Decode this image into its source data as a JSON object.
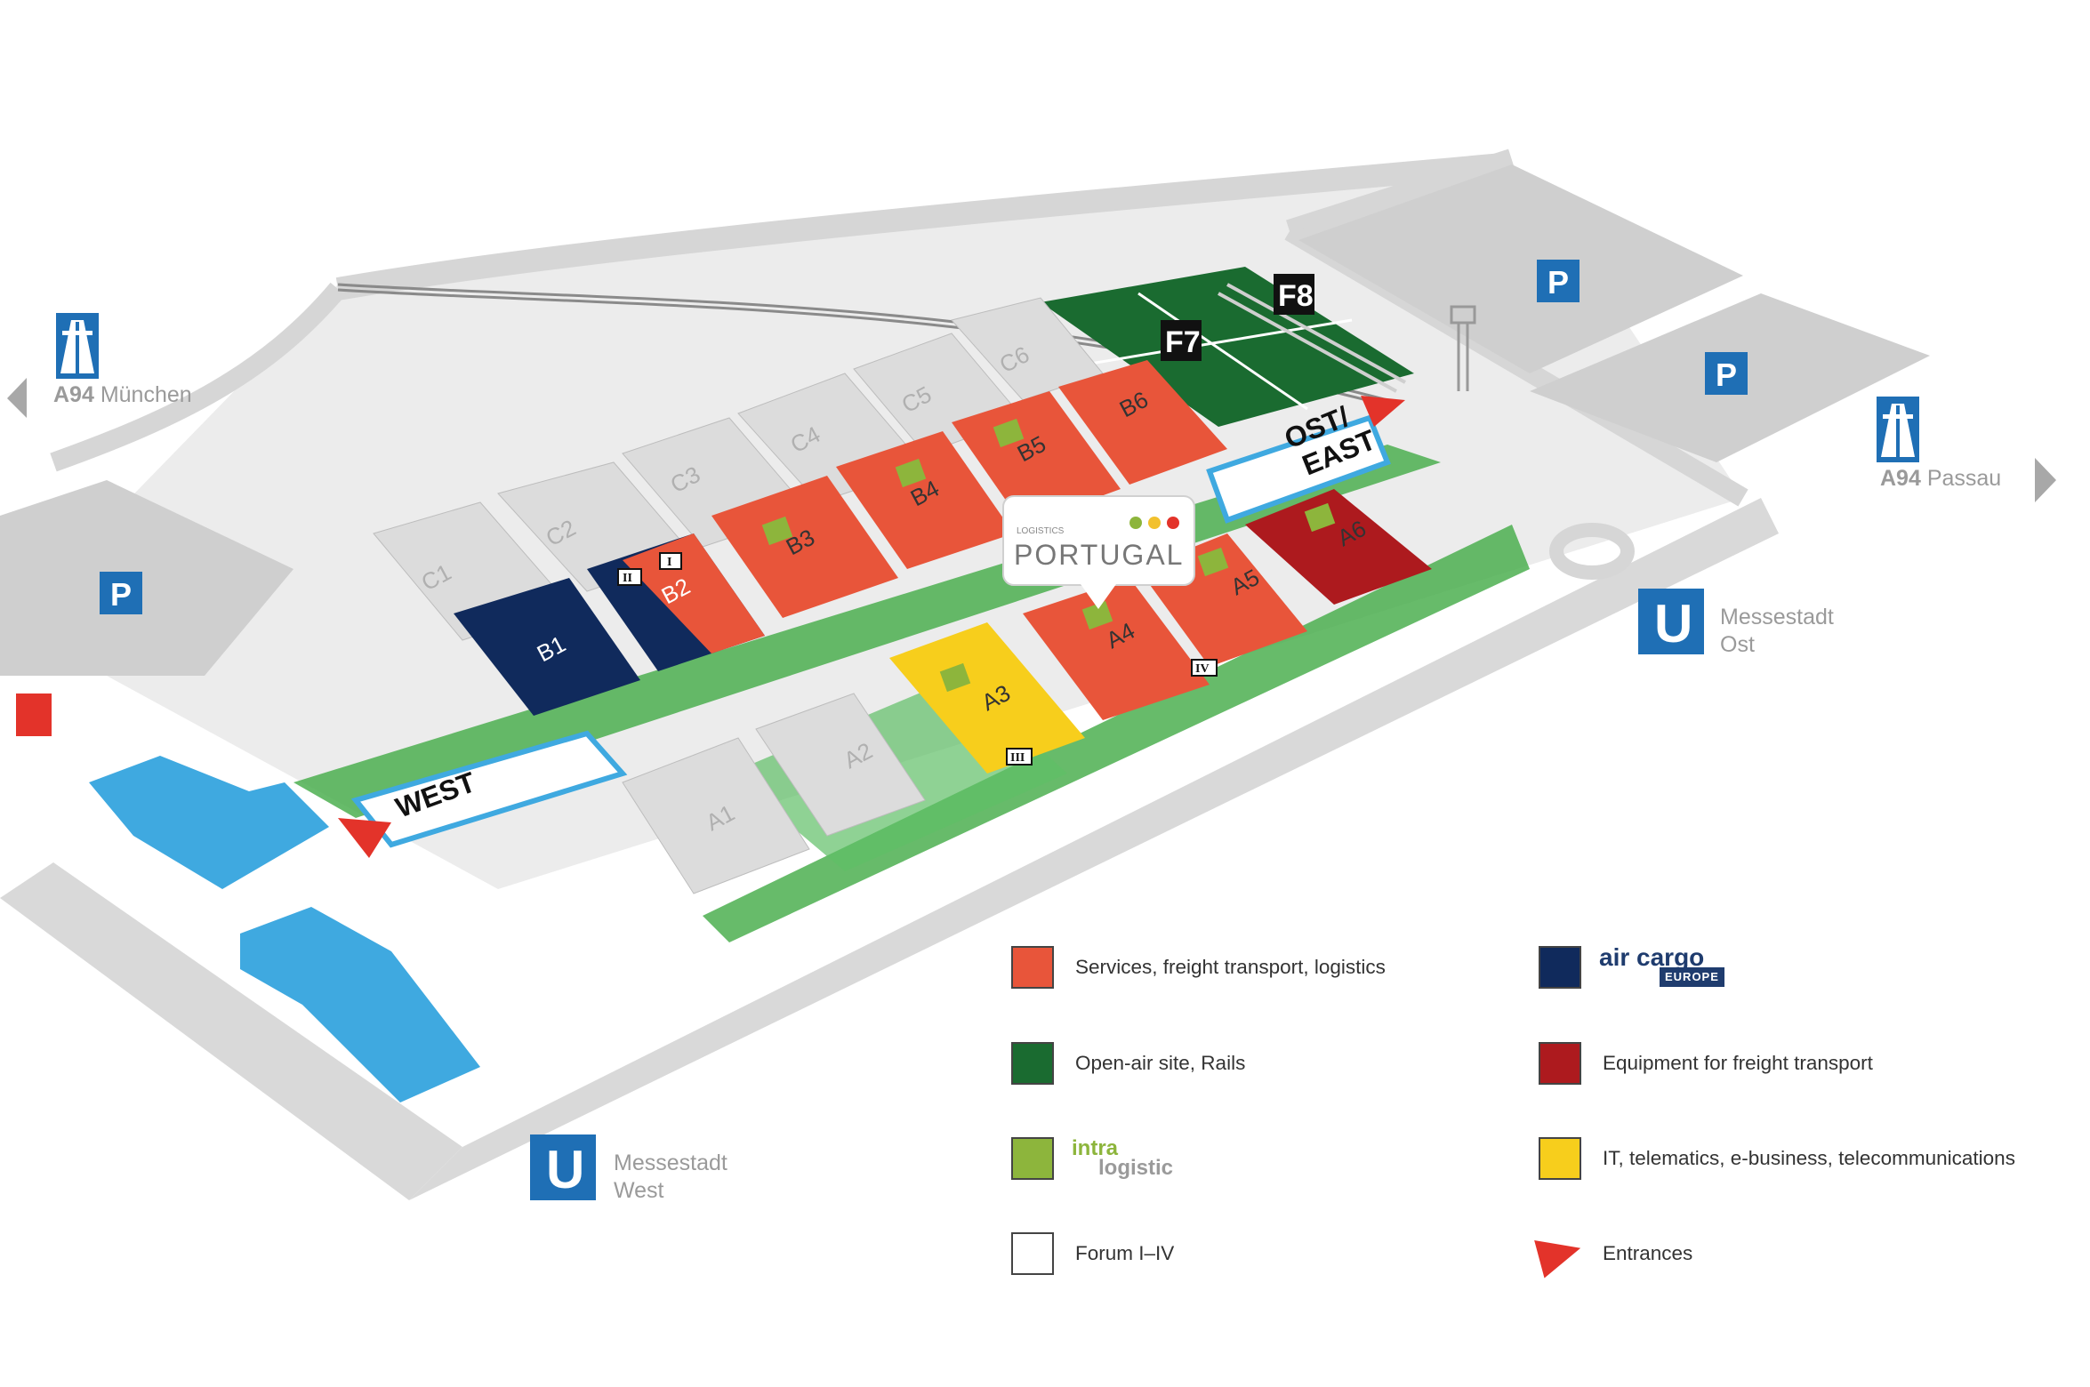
{
  "halls": {
    "A1": "A1",
    "A2": "A2",
    "A3": "A3",
    "A4": "A4",
    "A5": "A5",
    "A6": "A6",
    "B1": "B1",
    "B2": "B2",
    "B3": "B3",
    "B4": "B4",
    "B5": "B5",
    "B6": "B6",
    "C1": "C1",
    "C2": "C2",
    "C3": "C3",
    "C4": "C4",
    "C5": "C5",
    "C6": "C6",
    "F7": "F7",
    "F8": "F8"
  },
  "forums": {
    "I": "I",
    "II": "II",
    "III": "III",
    "IV": "IV"
  },
  "entrances": {
    "west": "WEST",
    "east_line1": "OST/",
    "east_line2": "EAST"
  },
  "roads": {
    "left": {
      "number": "A94",
      "name": "München"
    },
    "right": {
      "number": "A94",
      "name": "Passau"
    }
  },
  "parking_symbol": "P",
  "ubahn": {
    "symbol": "U",
    "east": {
      "line1": "Messestadt",
      "line2": "Ost"
    },
    "west": {
      "line1": "Messestadt",
      "line2": "West"
    }
  },
  "callout": {
    "small": "LOGISTICS",
    "big": "PORTUGAL",
    "dots": [
      "#8db53c",
      "#f2c12e",
      "#e3332a"
    ]
  },
  "legend": [
    {
      "id": "services",
      "label": "Services, freight transport, logistics",
      "color": "#e8553a"
    },
    {
      "id": "aircargo",
      "logo_top": "air cargo",
      "logo_bottom": "EUROPE",
      "color": "#102a5c"
    },
    {
      "id": "openair",
      "label": "Open-air site, Rails",
      "color": "#1a6b30"
    },
    {
      "id": "equipment",
      "label": "Equipment for freight transport",
      "color": "#ad1a1e"
    },
    {
      "id": "intralogistic",
      "logo_top": "intra",
      "logo_bottom": "logistic",
      "color": "#8db53c"
    },
    {
      "id": "it",
      "label": "IT, telematics, e-business, telecommunications",
      "color": "#f7ce1c"
    },
    {
      "id": "forum",
      "label": "Forum I–IV",
      "color": "#ffffff"
    },
    {
      "id": "entrances",
      "label": "Entrances",
      "color": "#e3332a"
    }
  ]
}
